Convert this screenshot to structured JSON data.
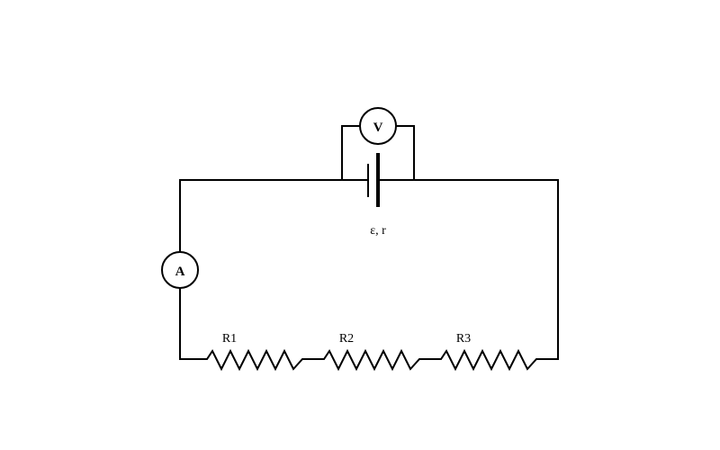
{
  "circuit": {
    "voltmeter": {
      "symbol": "V"
    },
    "ammeter": {
      "symbol": "A"
    },
    "battery": {
      "label": "ε, r"
    },
    "resistors": [
      {
        "label": "R1"
      },
      {
        "label": "R2"
      },
      {
        "label": "R3"
      }
    ]
  }
}
